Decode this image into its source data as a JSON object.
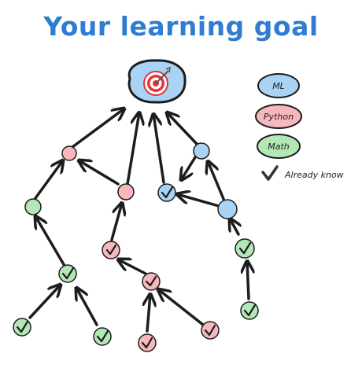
{
  "title": "Your learning goal",
  "colors": {
    "title": "#2f7dd1",
    "ml_fill": "#a9d3f5",
    "python_fill": "#f6b8bd",
    "math_fill": "#b3e8b6",
    "stroke": "#1d1d1d",
    "check": "#1d1d1d",
    "target_red": "#e0353a"
  },
  "legend": {
    "ml": "ML",
    "python": "Python",
    "math": "Math",
    "already_know": "Already know"
  },
  "icons": {
    "goal": "target-icon",
    "known": "checkmark-icon"
  }
}
